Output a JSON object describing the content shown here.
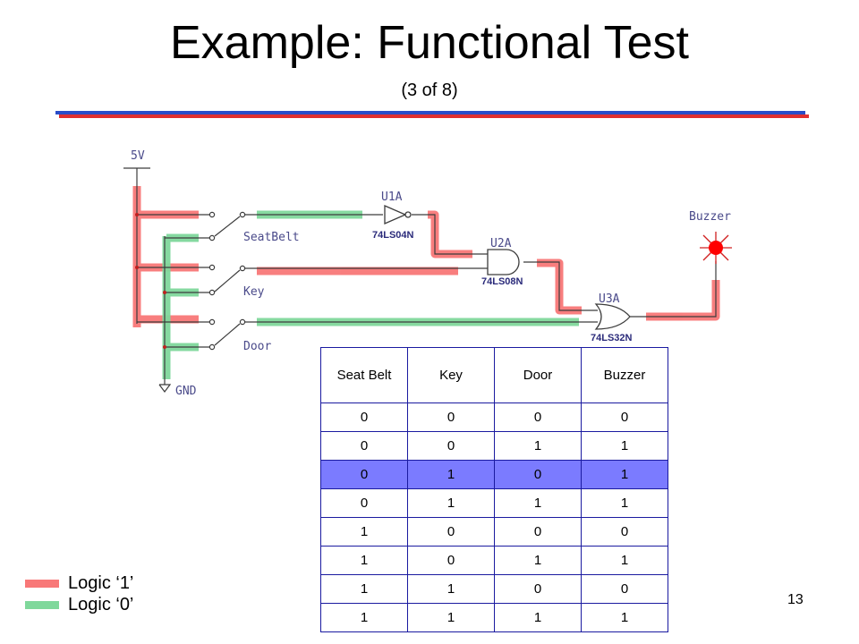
{
  "title": "Example: Functional Test",
  "subtitle": "(3 of 8)",
  "colors": {
    "logic_1": "#f87878",
    "logic_0": "#7fd89b",
    "highlight_row": "#7b7bff",
    "wire": "#3c3c3c",
    "schematic_text": "#4a4a8a",
    "buzzer": "#ff0000"
  },
  "circuit": {
    "supply_label": "5V",
    "ground_label": "GND",
    "switches": [
      "SeatBelt",
      "Key",
      "Door"
    ],
    "gates": [
      {
        "ref": "U1A",
        "part": "74LS04N",
        "type": "not-gate"
      },
      {
        "ref": "U2A",
        "part": "74LS08N",
        "type": "and-gate"
      },
      {
        "ref": "U3A",
        "part": "74LS32N",
        "type": "or-gate"
      }
    ],
    "output_label": "Buzzer"
  },
  "truth_table": {
    "headers": [
      "Seat Belt",
      "Key",
      "Door",
      "Buzzer"
    ],
    "rows": [
      [
        "0",
        "0",
        "0",
        "0"
      ],
      [
        "0",
        "0",
        "1",
        "1"
      ],
      [
        "0",
        "1",
        "0",
        "1"
      ],
      [
        "0",
        "1",
        "1",
        "1"
      ],
      [
        "1",
        "0",
        "0",
        "0"
      ],
      [
        "1",
        "0",
        "1",
        "1"
      ],
      [
        "1",
        "1",
        "0",
        "0"
      ],
      [
        "1",
        "1",
        "1",
        "1"
      ]
    ],
    "highlighted_row": 2
  },
  "legend": [
    {
      "label": "Logic ‘1’",
      "color": "#f87878"
    },
    {
      "label": "Logic ‘0’",
      "color": "#7fd89b"
    }
  ],
  "page_number": "13"
}
